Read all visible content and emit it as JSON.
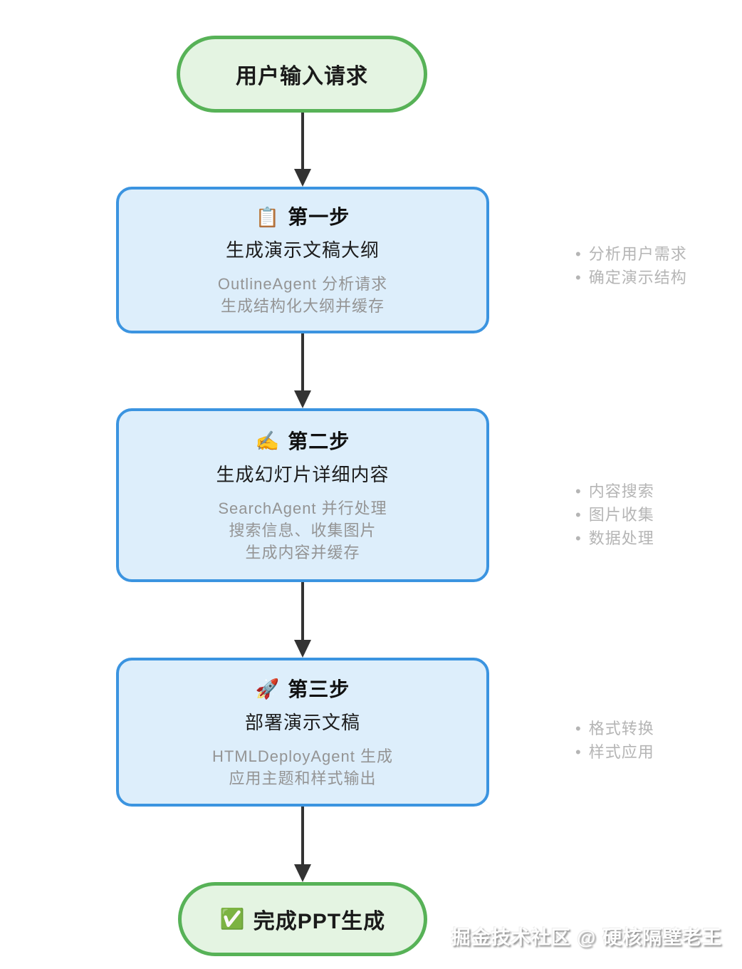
{
  "start": {
    "label": "用户输入请求"
  },
  "steps": [
    {
      "icon": "📋",
      "title": "第一步",
      "subtitle": "生成演示文稿大纲",
      "details": [
        "OutlineAgent 分析请求",
        "生成结构化大纲并缓存"
      ],
      "notes": [
        "分析用户需求",
        "确定演示结构"
      ]
    },
    {
      "icon": "✍️",
      "title": "第二步",
      "subtitle": "生成幻灯片详细内容",
      "details": [
        "SearchAgent 并行处理",
        "搜索信息、收集图片",
        "生成内容并缓存"
      ],
      "notes": [
        "内容搜索",
        "图片收集",
        "数据处理"
      ]
    },
    {
      "icon": "🚀",
      "title": "第三步",
      "subtitle": "部署演示文稿",
      "details": [
        "HTMLDeployAgent 生成",
        "应用主题和样式输出"
      ],
      "notes": [
        "格式转换",
        "样式应用"
      ]
    }
  ],
  "end": {
    "icon": "✅",
    "label": "完成PPT生成"
  },
  "watermark": "掘金技术社区 @ 硬核隔壁老王",
  "colors": {
    "terminal_bg": "#e4f4e2",
    "terminal_border": "#57b257",
    "step_bg": "#ddeefb",
    "step_border": "#3b94e0",
    "arrow": "#333333",
    "title_text": "#101010",
    "detail_text": "#949494",
    "note_text": "#b5b5b5"
  }
}
